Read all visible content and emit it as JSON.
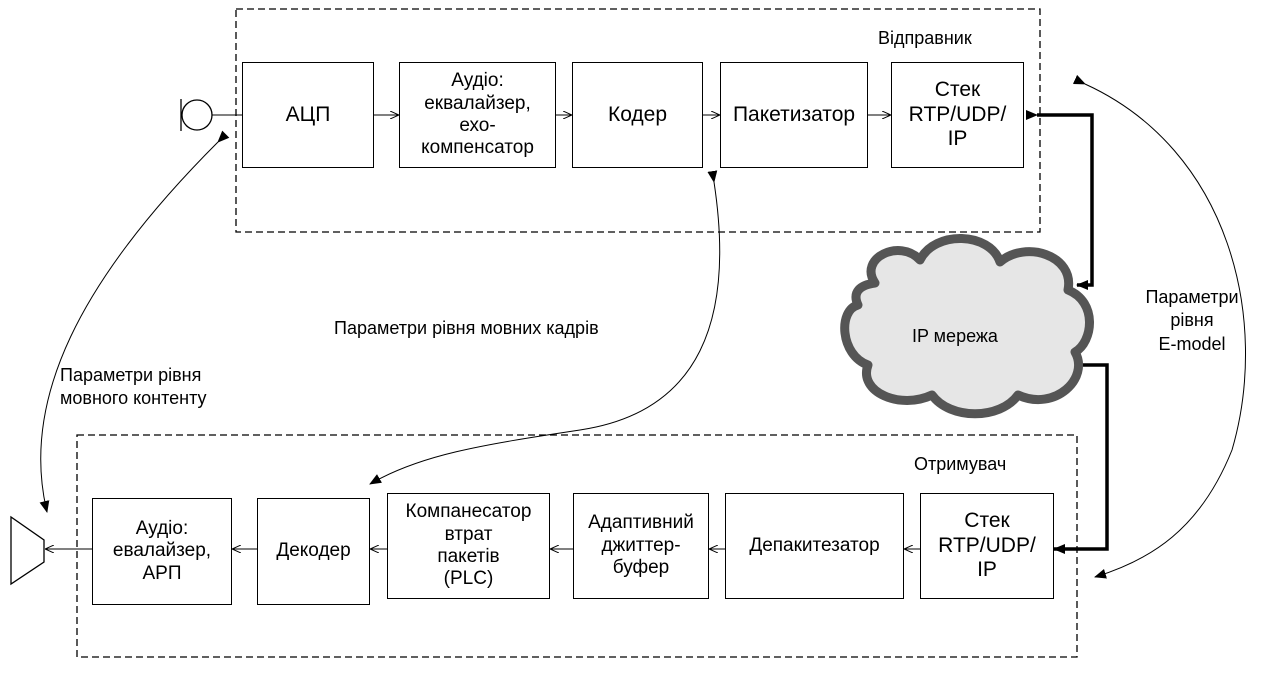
{
  "sender": {
    "label": "Відправник",
    "blocks": [
      "АЦП",
      "Аудіо:\nеквалайзер,\nехо-\nкомпенсатор",
      "Кодер",
      "Пакетизатор",
      "Стек\nRTP/UDP/\nIP"
    ]
  },
  "receiver": {
    "label": "Отримувач",
    "blocks": [
      "Аудіо:\nевалайзер,\nАРП",
      "Декодер",
      "Компанесатор\nвтрат\nпакетів\n(PLC)",
      "Адаптивний\nджиттер-\nбуфер",
      "Депакитезатор",
      "Стек\nRTP/UDP/\nIP"
    ]
  },
  "network": {
    "label": "IP мережа",
    "fill": "#e6e6e6",
    "stroke": "#555555"
  },
  "annotations": {
    "frame_params": "Параметри рівня мовних кадрів",
    "content_params": "Параметри рівня\nмовного контенту",
    "emodel_params": "Параметри\nрівня\nE-model"
  },
  "devices": {
    "input": "microphone-icon",
    "output": "speaker-icon"
  }
}
